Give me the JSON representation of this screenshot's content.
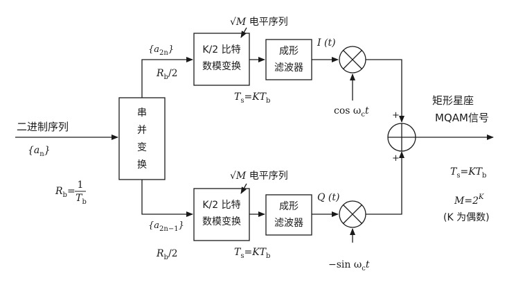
{
  "input": {
    "label": "二进制序列",
    "symbol": "{a",
    "symbol_sub": "n",
    "close": "}"
  },
  "rb_eq": {
    "lhs": "R",
    "lhs_sub": "b",
    "eq": "=",
    "num": "1",
    "den": "T",
    "den_sub": "b"
  },
  "sp": {
    "line1": "串",
    "line2": "并",
    "line3": "变",
    "line4": "换"
  },
  "upper": {
    "seq_open": "{a",
    "seq_sub": "2n",
    "seq_close": "}",
    "rate": "R",
    "rate_sub": "b",
    "rate_tail": "/2",
    "conv_l1": "K/2 比特",
    "conv_l2": "数模变换",
    "level_sqrt": "√M",
    "level_text": " 电平序列",
    "filter_l1": "成形",
    "filter_l2": "滤波器",
    "ts": "T",
    "ts_sub": "s",
    "ts_eq": "=KT",
    "ts_eq_sub": "b",
    "sig": "I (t)",
    "carrier": "cos ω",
    "carrier_sub": "c",
    "carrier_tail": "t"
  },
  "lower": {
    "seq_open": "{a",
    "seq_sub": "2n−1",
    "seq_close": "}",
    "rate": "R",
    "rate_sub": "b",
    "rate_tail": "/2",
    "conv_l1": "K/2 比特",
    "conv_l2": "数模变换",
    "level_sqrt": "√M",
    "level_text": " 电平序列",
    "filter_l1": "成形",
    "filter_l2": "滤波器",
    "ts": "T",
    "ts_sub": "s",
    "ts_eq": "=KT",
    "ts_eq_sub": "b",
    "sig": "Q (t)",
    "carrier": "−sin ω",
    "carrier_sub": "c",
    "carrier_tail": "t"
  },
  "output": {
    "line1": "矩形星座",
    "line2": "MQAM信号"
  },
  "adder": {
    "plus_top": "+",
    "plus_bottom": "+"
  },
  "params": {
    "ts": "T",
    "ts_sub": "s",
    "ts_eq": "=KT",
    "ts_eq_sub": "b",
    "m": "M=2",
    "m_sup": "K",
    "k_note": "(K 为偶数)"
  }
}
